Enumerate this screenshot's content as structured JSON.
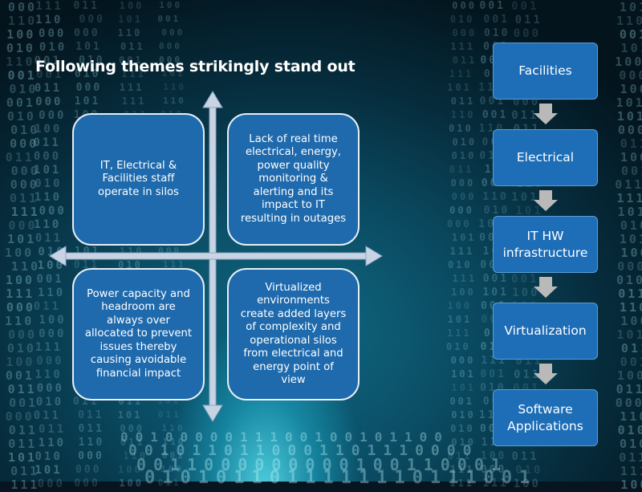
{
  "title": "Following themes strikingly stand out",
  "quadrants": [
    {
      "name": "quadrant-top-left",
      "text": "IT, Electrical & Facilities staff operate in silos"
    },
    {
      "name": "quadrant-top-right",
      "text": "Lack of real time electrical, energy, power quality monitoring & alerting and its impact to IT resulting in outages"
    },
    {
      "name": "quadrant-bottom-left",
      "text": "Power capacity and headroom are always over allocated to prevent issues thereby causing avoidable financial impact"
    },
    {
      "name": "quadrant-bottom-right",
      "text": "Virtualized environments create added layers of complexity and operational silos from electrical and energy point of view"
    }
  ],
  "flow": [
    "Facilities",
    "Electrical",
    "IT HW infrastructure",
    "Virtualization",
    "Software Applications"
  ],
  "colors": {
    "box": "#1e6aad",
    "flow_box": "#1d6db7",
    "arrow": "#c8d4e4",
    "flow_arrow": "#b9b9b9"
  }
}
